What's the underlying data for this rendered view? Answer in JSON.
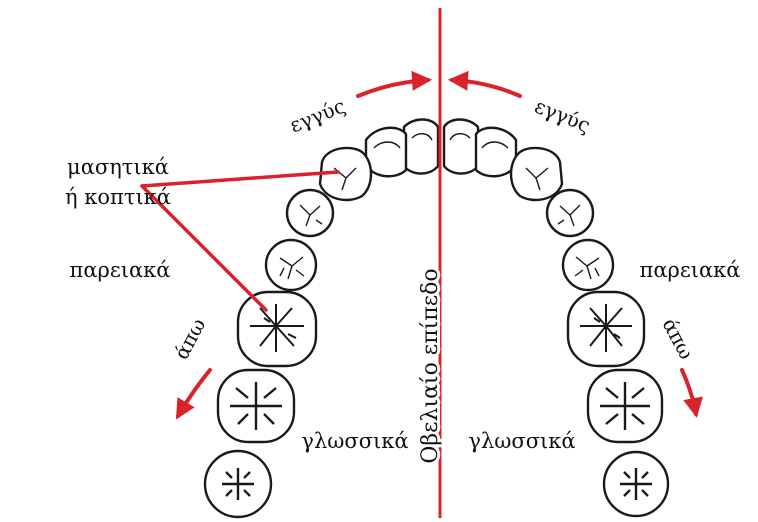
{
  "labels": {
    "mesial": "εγγύς",
    "distal": "άπω",
    "buccal": "παρειακά",
    "lingual": "γλωσσικά",
    "occlusal_line1": "μασητικά",
    "occlusal_line2": "ή κοπτικά",
    "midline": "Οβελιαίο επίπεδο"
  },
  "colors": {
    "accent": "#d9222a",
    "outline": "#1a1a1a",
    "text": "#111111"
  }
}
